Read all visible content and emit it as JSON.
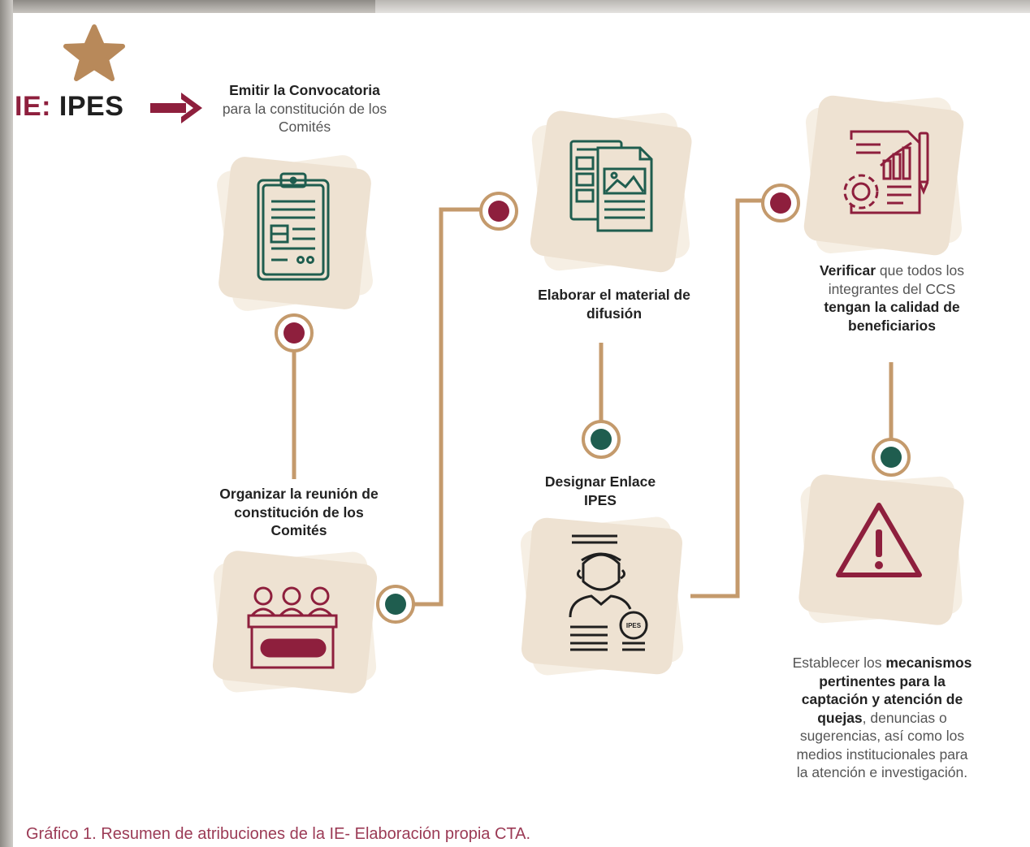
{
  "header": {
    "prefix": "IE:",
    "title": "IPES"
  },
  "steps": {
    "convocatoria": {
      "bold": "Emitir la Convocatoria",
      "light": "para la constitución de los Comités"
    },
    "organizar": {
      "bold": "Organizar la reunión de constitución de los Comités"
    },
    "elaborar": {
      "bold": "Elaborar el material de difusión"
    },
    "designar": {
      "bold": "Designar Enlace IPES"
    },
    "verificar": {
      "b1": "Verificar",
      "l1": " que todos los integrantes del CCS ",
      "b2": "tengan la calidad de beneficiarios"
    },
    "establecer": {
      "l1": "Establecer los ",
      "b1": "mecanismos pertinentes para la captación y atención de quejas",
      "l2": ", denuncias o sugerencias, así como los medios institucionales para la atención e investigación."
    }
  },
  "badge": "IPES",
  "footer": "Gráfico 1. Resumen de atribuciones de la IE- Elaboración propia CTA.",
  "colors": {
    "maroon": "#8e1f3d",
    "green": "#1f5d4f",
    "gold": "#c49a6c",
    "tile": "#eee2d2",
    "tile_back": "#f6efe4"
  }
}
